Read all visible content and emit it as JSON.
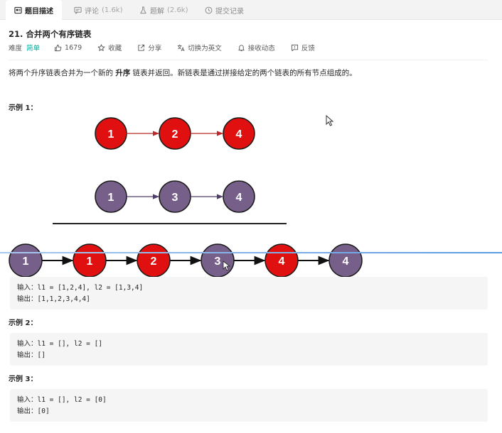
{
  "tabs": [
    {
      "label": "题目描述",
      "count": "",
      "icon": "description-icon",
      "active": true
    },
    {
      "label": "评论",
      "count": "(1.6k)",
      "icon": "comment-icon",
      "active": false
    },
    {
      "label": "题解",
      "count": "(2.6k)",
      "icon": "flask-icon",
      "active": false
    },
    {
      "label": "提交记录",
      "count": "",
      "icon": "history-icon",
      "active": false
    }
  ],
  "problem": {
    "title": "21. 合并两个有序链表",
    "difficulty_label": "难度",
    "difficulty": "简单",
    "likes": "1679",
    "actions": {
      "favorite": "收藏",
      "share": "分享",
      "switch_lang": "切换为英文",
      "subscribe": "接收动态",
      "feedback": "反馈"
    },
    "description": {
      "part1": "将两个升序链表合并为一个新的 ",
      "bold": "升序",
      "part2": " 链表并返回。新链表是通过拼接给定的两个链表的所有节点组成的。"
    }
  },
  "examples": [
    {
      "title": "示例 1：",
      "input": "输入：l1 = [1,2,4], l2 = [1,3,4]",
      "output": "输出：[1,1,2,3,4,4]"
    },
    {
      "title": "示例 2：",
      "input": "输入：l1 = [], l2 = []",
      "output": "输出：[]"
    },
    {
      "title": "示例 3：",
      "input": "输入：l1 = [], l2 = [0]",
      "output": "输出：[0]"
    }
  ],
  "diagram": {
    "list1": [
      "1",
      "2",
      "4"
    ],
    "list2": [
      "1",
      "3",
      "4"
    ],
    "merged": [
      {
        "v": "1",
        "from": "list2"
      },
      {
        "v": "1",
        "from": "list1"
      },
      {
        "v": "2",
        "from": "list1"
      },
      {
        "v": "3",
        "from": "list2"
      },
      {
        "v": "4",
        "from": "list1"
      },
      {
        "v": "4",
        "from": "list2"
      }
    ],
    "colors": {
      "red": "#e01010",
      "purple": "#76608a",
      "red_arrow": "#b92c2c",
      "purple_arrow": "#4f3e6b",
      "easy": "#00af9b"
    }
  }
}
